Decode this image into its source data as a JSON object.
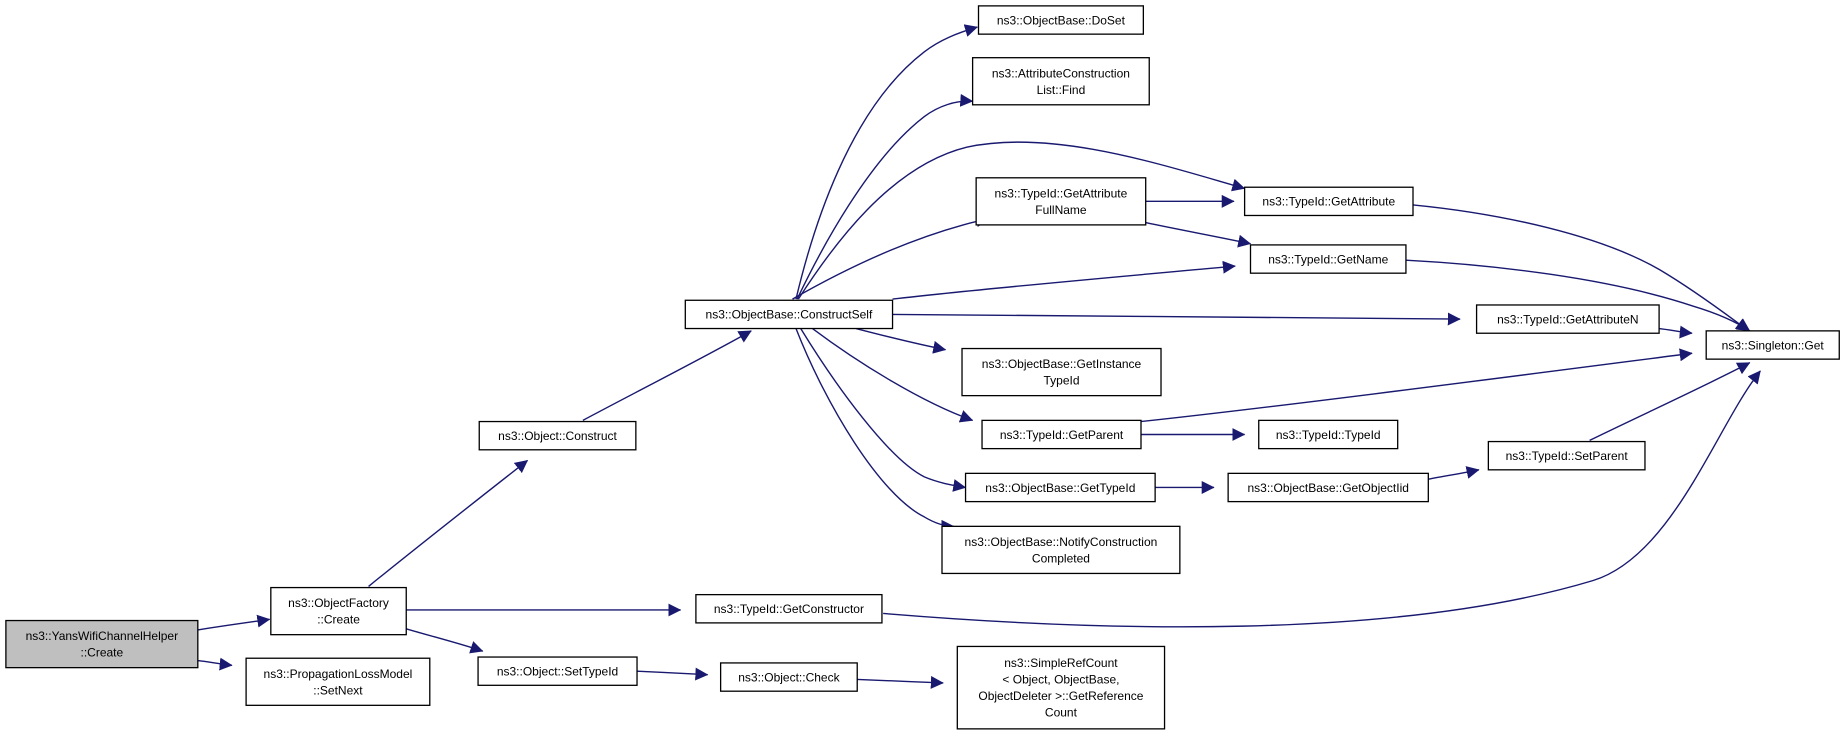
{
  "graph": {
    "root": "yans-create",
    "nodes": [
      {
        "id": "yans-create",
        "lines": [
          "ns3::YansWifiChannelHelper",
          "::Create"
        ]
      },
      {
        "id": "factory-create",
        "lines": [
          "ns3::ObjectFactory",
          "::Create"
        ]
      },
      {
        "id": "prop-setnext",
        "lines": [
          "ns3::PropagationLossModel",
          "::SetNext"
        ]
      },
      {
        "id": "object-construct",
        "lines": [
          "ns3::Object::Construct"
        ]
      },
      {
        "id": "object-settypeid",
        "lines": [
          "ns3::Object::SetTypeId"
        ]
      },
      {
        "id": "constructself",
        "lines": [
          "ns3::ObjectBase::ConstructSelf"
        ]
      },
      {
        "id": "getconstructor",
        "lines": [
          "ns3::TypeId::GetConstructor"
        ]
      },
      {
        "id": "object-check",
        "lines": [
          "ns3::Object::Check"
        ]
      },
      {
        "id": "doset",
        "lines": [
          "ns3::ObjectBase::DoSet"
        ]
      },
      {
        "id": "acl-find",
        "lines": [
          "ns3::AttributeConstruction",
          "List::Find"
        ]
      },
      {
        "id": "getattrfullname",
        "lines": [
          "ns3::TypeId::GetAttribute",
          "FullName"
        ]
      },
      {
        "id": "getinstancetypeid",
        "lines": [
          "ns3::ObjectBase::GetInstance",
          "TypeId"
        ]
      },
      {
        "id": "typeid-getparent",
        "lines": [
          "ns3::TypeId::GetParent"
        ]
      },
      {
        "id": "ob-gettypeid",
        "lines": [
          "ns3::ObjectBase::GetTypeId"
        ]
      },
      {
        "id": "notifyconstruction",
        "lines": [
          "ns3::ObjectBase::NotifyConstruction",
          "Completed"
        ]
      },
      {
        "id": "simplerefcount",
        "lines": [
          "ns3::SimpleRefCount",
          "< Object, ObjectBase,",
          " ObjectDeleter >::GetReference",
          "Count"
        ]
      },
      {
        "id": "getattribute",
        "lines": [
          "ns3::TypeId::GetAttribute"
        ]
      },
      {
        "id": "getname",
        "lines": [
          "ns3::TypeId::GetName"
        ]
      },
      {
        "id": "getattributen",
        "lines": [
          "ns3::TypeId::GetAttributeN"
        ]
      },
      {
        "id": "typeid-typeid",
        "lines": [
          "ns3::TypeId::TypeId"
        ]
      },
      {
        "id": "getobjectiid",
        "lines": [
          "ns3::ObjectBase::GetObjectIid"
        ]
      },
      {
        "id": "typeid-setparent",
        "lines": [
          "ns3::TypeId::SetParent"
        ]
      },
      {
        "id": "singleton-get",
        "lines": [
          "ns3::Singleton::Get"
        ]
      }
    ],
    "edges": [
      {
        "from": "yans-create",
        "to": "factory-create"
      },
      {
        "from": "yans-create",
        "to": "prop-setnext"
      },
      {
        "from": "factory-create",
        "to": "object-construct"
      },
      {
        "from": "factory-create",
        "to": "getconstructor"
      },
      {
        "from": "factory-create",
        "to": "object-settypeid"
      },
      {
        "from": "object-construct",
        "to": "constructself"
      },
      {
        "from": "object-settypeid",
        "to": "object-check"
      },
      {
        "from": "object-check",
        "to": "simplerefcount"
      },
      {
        "from": "getconstructor",
        "to": "singleton-get"
      },
      {
        "from": "constructself",
        "to": "doset"
      },
      {
        "from": "constructself",
        "to": "acl-find"
      },
      {
        "from": "constructself",
        "to": "getattribute"
      },
      {
        "from": "constructself",
        "to": "getattrfullname"
      },
      {
        "from": "constructself",
        "to": "getname"
      },
      {
        "from": "constructself",
        "to": "getattributen"
      },
      {
        "from": "constructself",
        "to": "getinstancetypeid"
      },
      {
        "from": "constructself",
        "to": "typeid-getparent"
      },
      {
        "from": "constructself",
        "to": "ob-gettypeid"
      },
      {
        "from": "constructself",
        "to": "notifyconstruction"
      },
      {
        "from": "getattrfullname",
        "to": "getattribute"
      },
      {
        "from": "getattrfullname",
        "to": "getname"
      },
      {
        "from": "getattribute",
        "to": "singleton-get"
      },
      {
        "from": "getname",
        "to": "singleton-get"
      },
      {
        "from": "getattributen",
        "to": "singleton-get"
      },
      {
        "from": "typeid-getparent",
        "to": "singleton-get"
      },
      {
        "from": "typeid-getparent",
        "to": "typeid-typeid"
      },
      {
        "from": "ob-gettypeid",
        "to": "getobjectiid"
      },
      {
        "from": "getobjectiid",
        "to": "typeid-setparent"
      },
      {
        "from": "typeid-setparent",
        "to": "singleton-get"
      }
    ],
    "colors": {
      "edge": "#191970",
      "root_fill": "#bfbfbf",
      "node_fill": "#ffffff",
      "border": "#000000"
    }
  }
}
